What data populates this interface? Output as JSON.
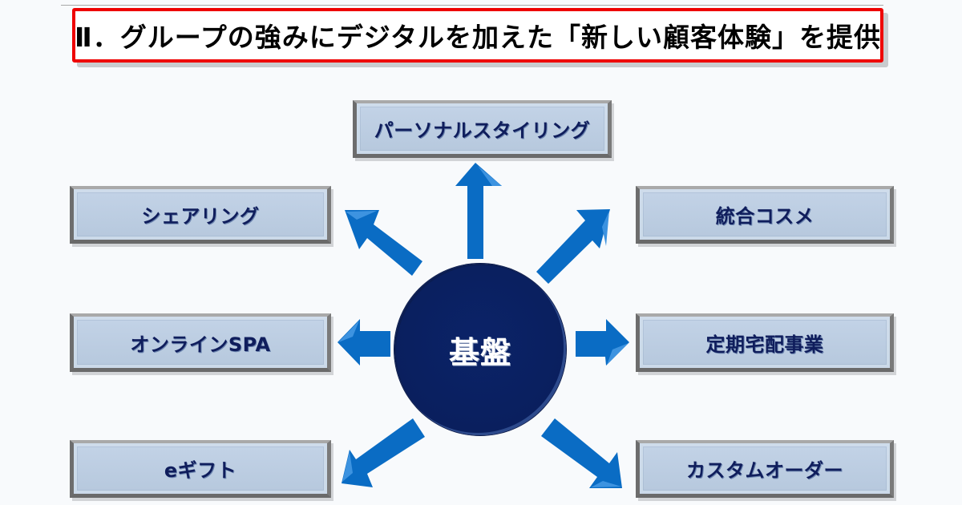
{
  "title": {
    "text": "Ⅱ．グループの強みにデジタルを加えた「新しい顧客体験」を提供",
    "border_color": "#ee0000"
  },
  "diagram": {
    "hub": {
      "label": "基盤",
      "color": "#0a1f5e"
    },
    "arrow_color": "#0a6cc4",
    "nodes": [
      {
        "id": "top",
        "label": "パーソナルスタイリング",
        "direction": "up"
      },
      {
        "id": "left-1",
        "label": "シェアリング",
        "direction": "up-left"
      },
      {
        "id": "right-1",
        "label": "統合コスメ",
        "direction": "up-right"
      },
      {
        "id": "left-2",
        "label": "オンラインSPA",
        "direction": "left"
      },
      {
        "id": "right-2",
        "label": "定期宅配事業",
        "direction": "right"
      },
      {
        "id": "left-3",
        "label": "eギフト",
        "direction": "down-left"
      },
      {
        "id": "right-3",
        "label": "カスタムオーダー",
        "direction": "down-right"
      }
    ]
  }
}
